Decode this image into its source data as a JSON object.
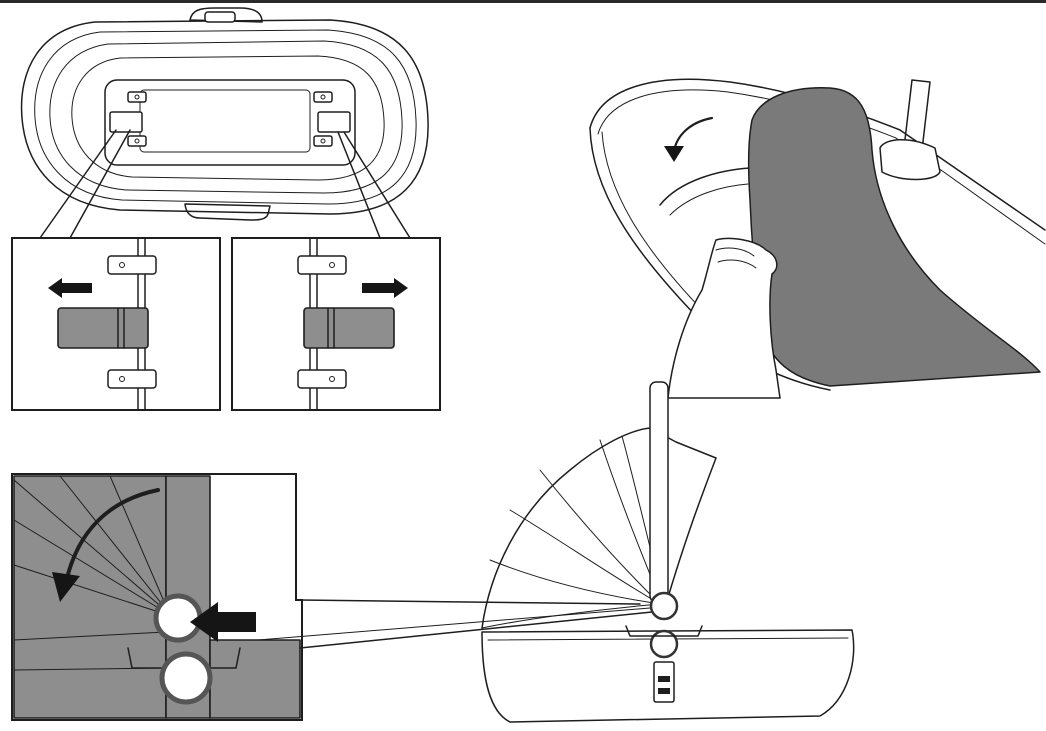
{
  "figure": {
    "panels": [
      "carrycot-base-top-view",
      "left-clip-detail",
      "right-clip-detail",
      "backrest-fold-step",
      "hood-hinge-detail",
      "carrycot-side-view"
    ],
    "colors": {
      "line": "#1e1e1e",
      "fabric-grey": "#8e8e8e",
      "arrow": "#151515",
      "background": "#ffffff"
    },
    "icons": [
      "arrow-left-icon",
      "arrow-right-icon",
      "curved-arrow-icon",
      "push-arrow-icon"
    ]
  }
}
